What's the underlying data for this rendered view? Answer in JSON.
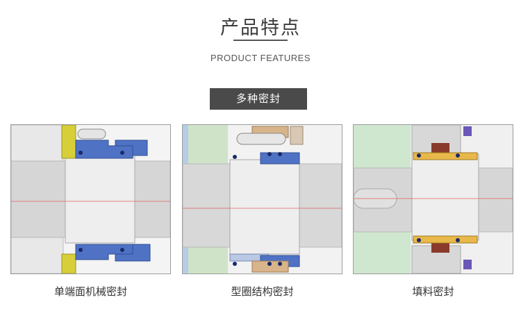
{
  "header": {
    "title": "产品特点",
    "subtitle": "PRODUCT FEATURES"
  },
  "section": {
    "label": "多种密封"
  },
  "panels": [
    {
      "caption": "单端面机械密封"
    },
    {
      "caption": "型圈结构密封"
    },
    {
      "caption": "填料密封"
    }
  ],
  "colors": {
    "badge_bg": "#4a4a4a",
    "shaft_gray": "#d2d2d2",
    "seal_blue": "#4f72c4",
    "seal_yellow": "#d6cf3a",
    "gland_green": "#a8d4a4",
    "packing_gold": "#e8b84a",
    "packing_brown": "#8a3a2a",
    "bolt_purple": "#6a57b8",
    "centerline_red": "#e06060"
  }
}
